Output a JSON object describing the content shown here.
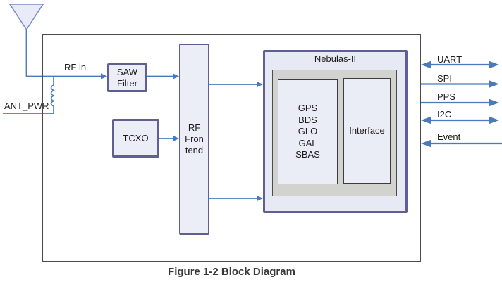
{
  "figure": {
    "caption": "Figure 1-2 Block Diagram",
    "labels": {
      "rf_in": "RF in",
      "ant_pwr": "ANT_PWR"
    },
    "blocks": {
      "saw_filter": {
        "lines": [
          "SAW",
          "Filter"
        ]
      },
      "tcxo": {
        "label": "TCXO"
      },
      "rf_frontend": {
        "lines": [
          "RF",
          "Fron",
          "tend"
        ]
      },
      "nebulas": {
        "title": "Nebulas-II",
        "gnss": {
          "lines": [
            "GPS",
            "BDS",
            "GLO",
            "GAL",
            "SBAS"
          ]
        },
        "interface": {
          "label": "Interface"
        }
      }
    },
    "ports": [
      {
        "label": "UART",
        "direction": "bidirectional"
      },
      {
        "label": "SPI",
        "direction": "out"
      },
      {
        "label": "PPS",
        "direction": "out"
      },
      {
        "label": "I2C",
        "direction": "bidirectional"
      },
      {
        "label": "Event",
        "direction": "in"
      }
    ],
    "colors": {
      "arrow_blue": "#4b79bd",
      "block_border": "#605f93",
      "block_fill": "#ebeef7",
      "gray_fill": "#d2d2cf",
      "frame_border": "#4a4a4a"
    }
  }
}
